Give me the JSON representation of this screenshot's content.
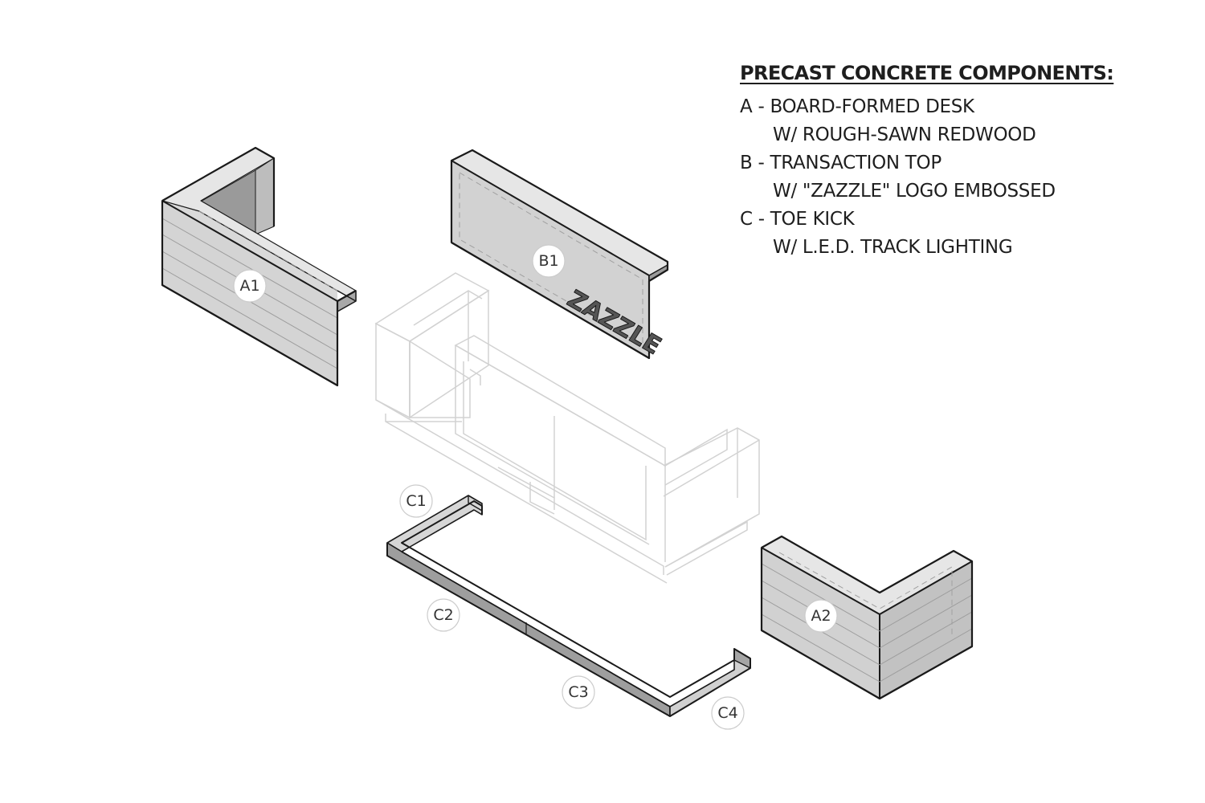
{
  "legend": {
    "title": "PRECAST CONCRETE COMPONENTS:",
    "items": [
      {
        "label": "A - BOARD-FORMED DESK",
        "sub": "W/ ROUGH-SAWN REDWOOD"
      },
      {
        "label": "B - TRANSACTION TOP",
        "sub": "W/ \"ZAZZLE\" LOGO EMBOSSED"
      },
      {
        "label": "C - TOE KICK",
        "sub": "W/ L.E.D. TRACK LIGHTING"
      }
    ]
  },
  "tags": {
    "a1": "A1",
    "a2": "A2",
    "b1": "B1",
    "c1": "C1",
    "c2": "C2",
    "c3": "C3",
    "c4": "C4"
  },
  "logo_text": "ZAZZLE",
  "colors": {
    "face_light": "#d8d8d8",
    "face_mid": "#c4c4c4",
    "face_dark": "#8f8f8f",
    "outline": "#1a1a1a",
    "ghost": "#d0d0d0"
  }
}
